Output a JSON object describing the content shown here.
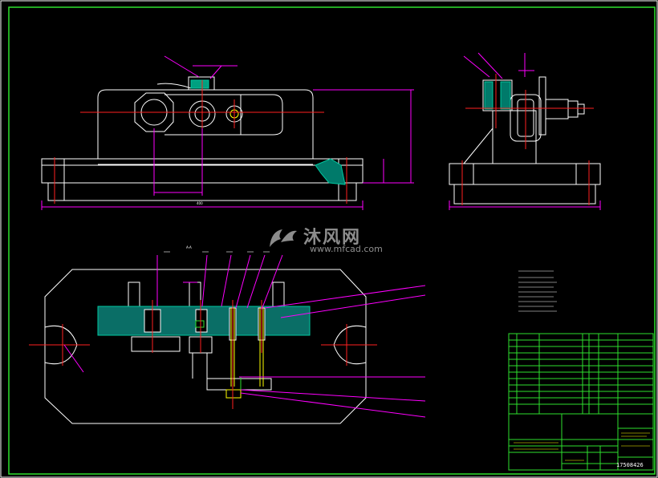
{
  "watermark": {
    "brand": "沐风网",
    "url": "www.mfcad.com"
  },
  "title_block": {
    "drawing_number": "17508426"
  },
  "section_label": "A-A"
}
